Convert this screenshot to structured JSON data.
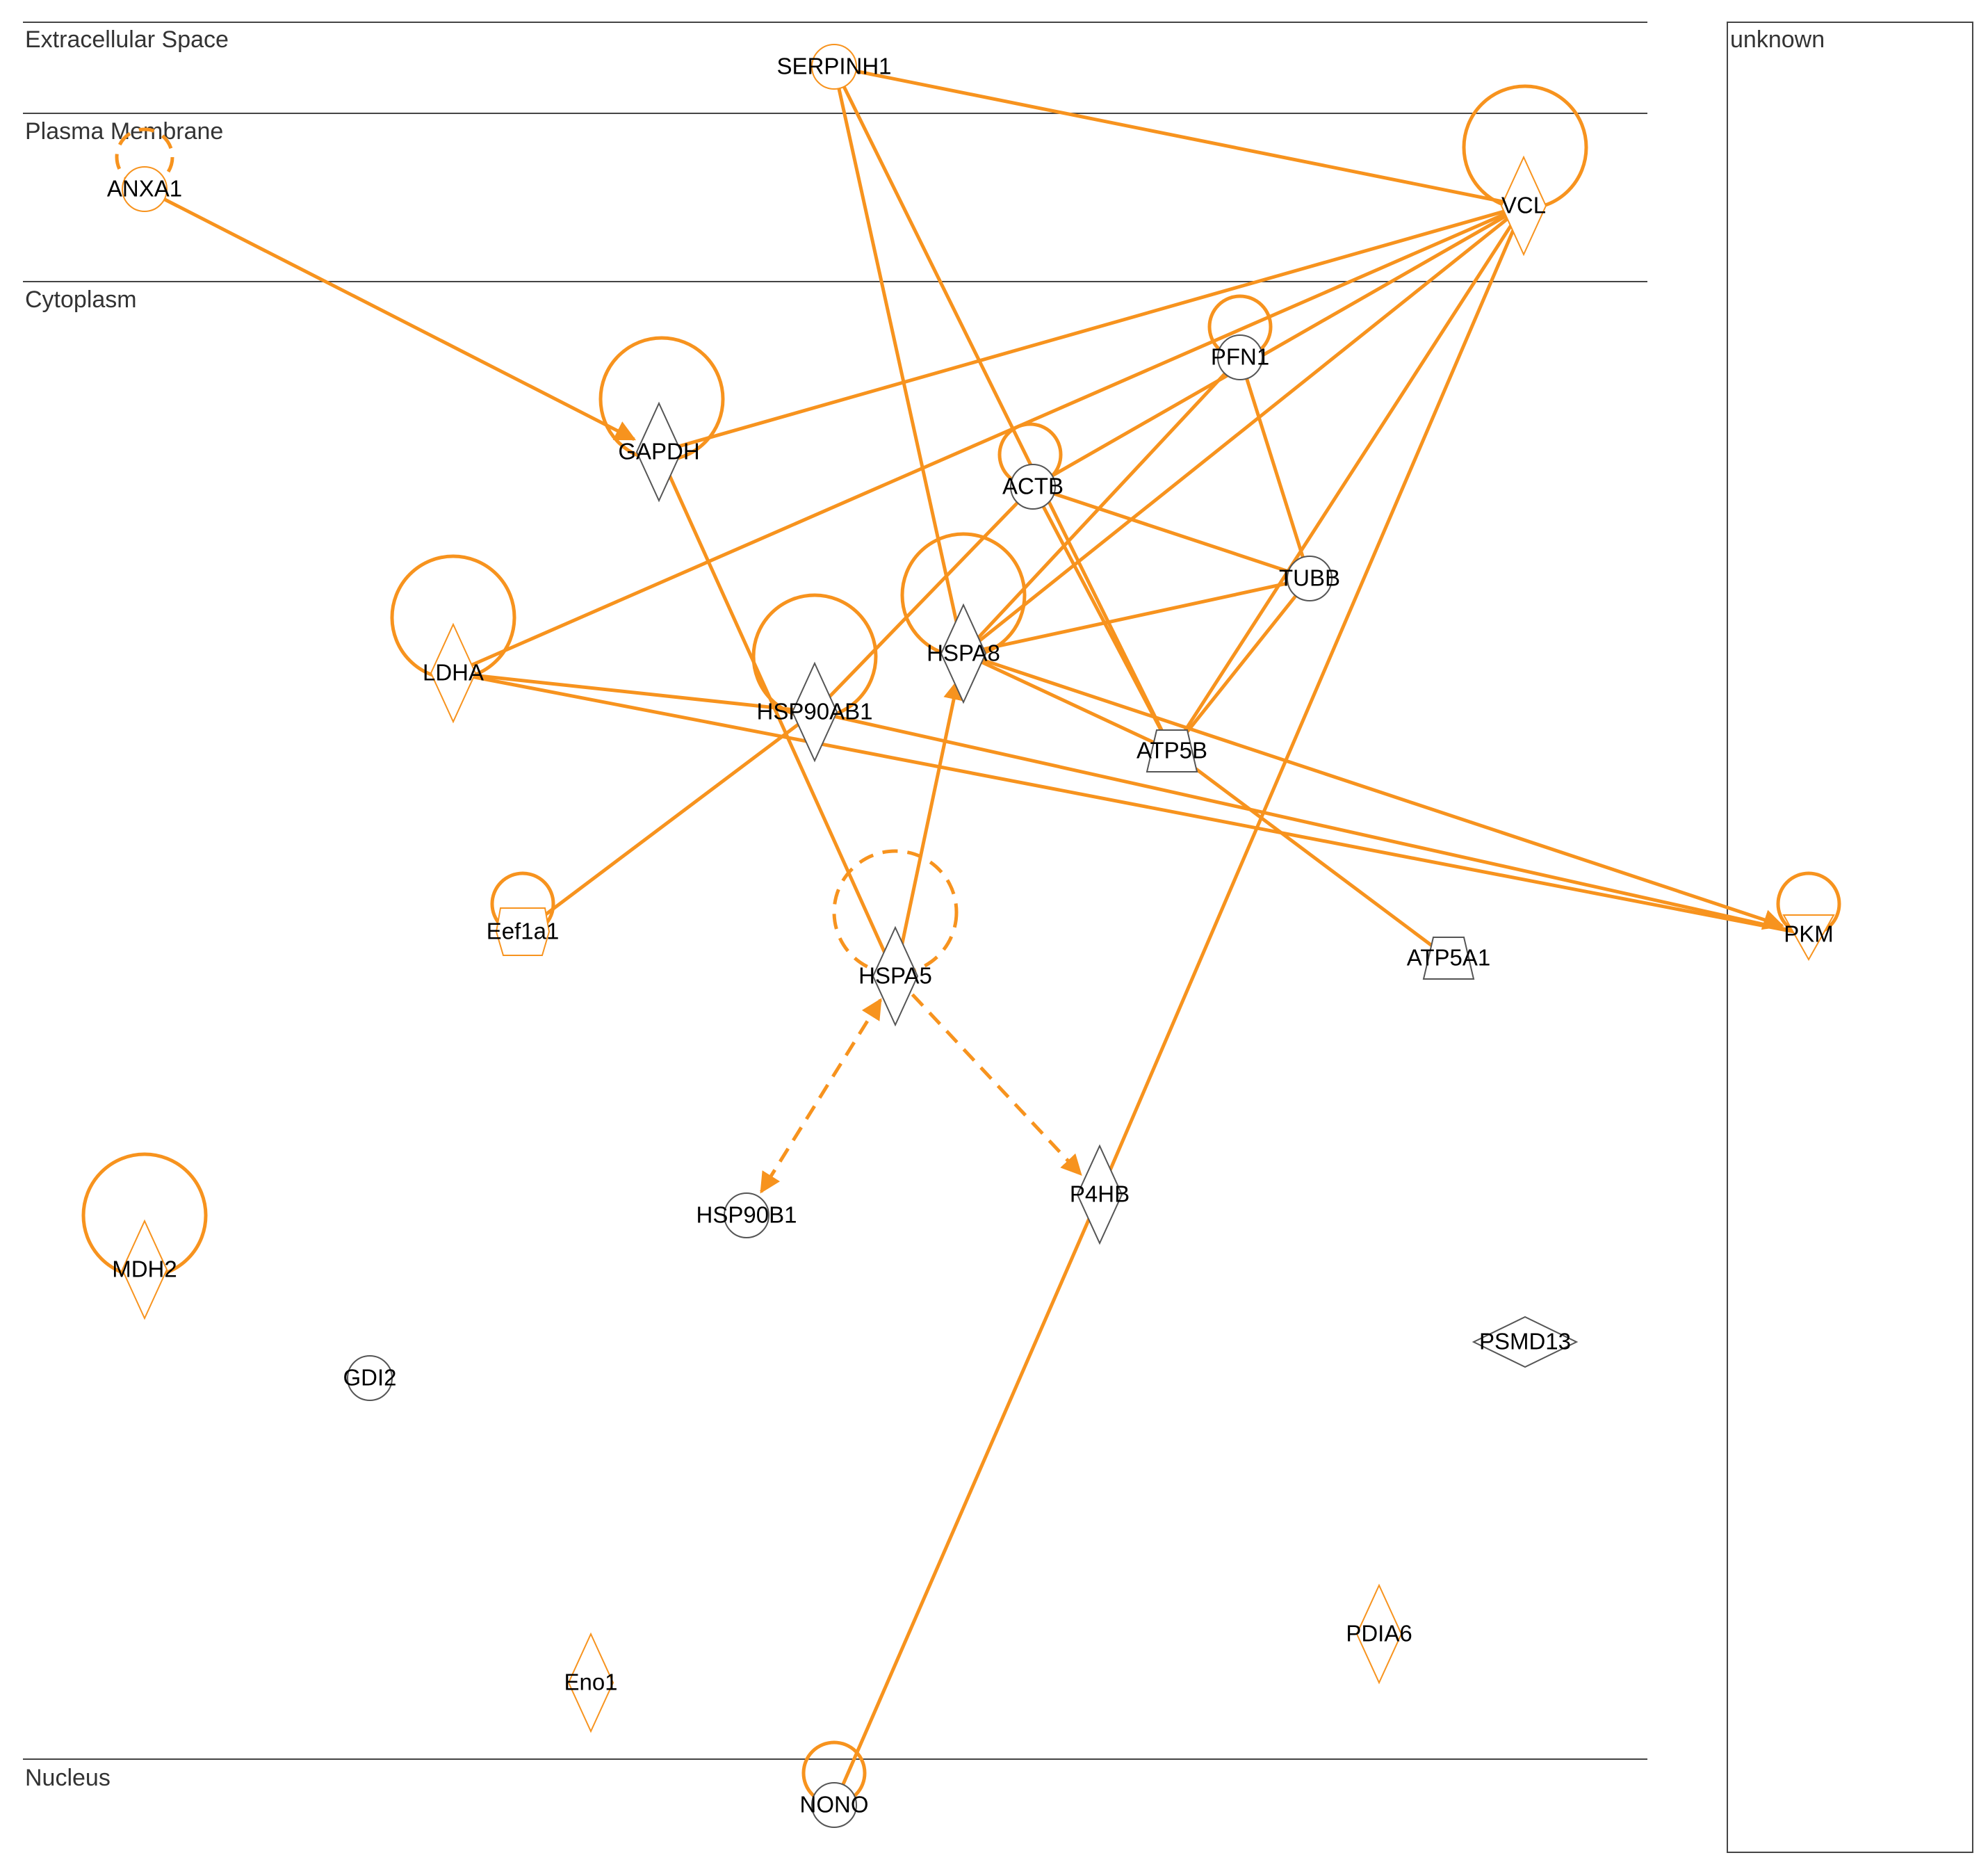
{
  "colors": {
    "accent": "#f7931e",
    "neutral_outline": "#555555",
    "divider": "#444444"
  },
  "layers": [
    {
      "id": "extracellular",
      "label": "Extracellular Space"
    },
    {
      "id": "plasma",
      "label": "Plasma Membrane"
    },
    {
      "id": "cytoplasm",
      "label": "Cytoplasm"
    },
    {
      "id": "nucleus",
      "label": "Nucleus"
    },
    {
      "id": "unknown",
      "label": "unknown"
    }
  ],
  "nodes": [
    {
      "id": "SERPINH1",
      "label": "SERPINH1",
      "shape": "circle",
      "highlighted": true,
      "loop": false
    },
    {
      "id": "ANXA1",
      "label": "ANXA1",
      "shape": "circle",
      "highlighted": true,
      "loop": "dashed"
    },
    {
      "id": "VCL",
      "label": "VCL",
      "shape": "diamond",
      "highlighted": true,
      "loop": "solid"
    },
    {
      "id": "PFN1",
      "label": "PFN1",
      "shape": "circle",
      "highlighted": false,
      "loop": "solid"
    },
    {
      "id": "GAPDH",
      "label": "GAPDH",
      "shape": "diamond",
      "highlighted": false,
      "loop": "solid"
    },
    {
      "id": "ACTB",
      "label": "ACTB",
      "shape": "circle",
      "highlighted": false,
      "loop": "solid"
    },
    {
      "id": "TUBB",
      "label": "TUBB",
      "shape": "circle",
      "highlighted": false,
      "loop": false
    },
    {
      "id": "LDHA",
      "label": "LDHA",
      "shape": "diamond",
      "highlighted": true,
      "loop": "solid"
    },
    {
      "id": "HSPA8",
      "label": "HSPA8",
      "shape": "diamond",
      "highlighted": false,
      "loop": "solid"
    },
    {
      "id": "HSP90AB1",
      "label": "HSP90AB1",
      "shape": "diamond",
      "highlighted": false,
      "loop": "solid"
    },
    {
      "id": "ATP5B",
      "label": "ATP5B",
      "shape": "trapezoid",
      "highlighted": false,
      "loop": false
    },
    {
      "id": "Eef1a1",
      "label": "Eef1a1",
      "shape": "hexagon",
      "highlighted": true,
      "loop": "solid"
    },
    {
      "id": "HSPA5",
      "label": "HSPA5",
      "shape": "diamond",
      "highlighted": false,
      "loop": "dashed"
    },
    {
      "id": "ATP5A1",
      "label": "ATP5A1",
      "shape": "trapezoid",
      "highlighted": false,
      "loop": false
    },
    {
      "id": "PKM",
      "label": "PKM",
      "shape": "triangle-down",
      "highlighted": true,
      "loop": "solid"
    },
    {
      "id": "HSP90B1",
      "label": "HSP90B1",
      "shape": "circle",
      "highlighted": false,
      "loop": false
    },
    {
      "id": "P4HB",
      "label": "P4HB",
      "shape": "diamond",
      "highlighted": false,
      "loop": false
    },
    {
      "id": "MDH2",
      "label": "MDH2",
      "shape": "diamond",
      "highlighted": true,
      "loop": "solid"
    },
    {
      "id": "GDI2",
      "label": "GDI2",
      "shape": "circle",
      "highlighted": false,
      "loop": false
    },
    {
      "id": "PSMD13",
      "label": "PSMD13",
      "shape": "flat-diamond",
      "highlighted": false,
      "loop": false
    },
    {
      "id": "PDIA6",
      "label": "PDIA6",
      "shape": "diamond",
      "highlighted": true,
      "loop": false
    },
    {
      "id": "Eno1",
      "label": "Eno1",
      "shape": "diamond",
      "highlighted": true,
      "loop": false
    },
    {
      "id": "NONO",
      "label": "NONO",
      "shape": "circle",
      "highlighted": false,
      "loop": "solid"
    }
  ],
  "edges": [
    {
      "from": "SERPINH1",
      "to": "VCL",
      "style": "solid",
      "arrow": false
    },
    {
      "from": "SERPINH1",
      "to": "HSPA8",
      "style": "solid",
      "arrow": false
    },
    {
      "from": "SERPINH1",
      "to": "ATP5B",
      "style": "solid",
      "arrow": false
    },
    {
      "from": "ANXA1",
      "to": "GAPDH",
      "style": "solid",
      "arrow": true
    },
    {
      "from": "VCL",
      "to": "GAPDH",
      "style": "solid",
      "arrow": false
    },
    {
      "from": "VCL",
      "to": "LDHA",
      "style": "solid",
      "arrow": false
    },
    {
      "from": "VCL",
      "to": "ACTB",
      "style": "solid",
      "arrow": false
    },
    {
      "from": "VCL",
      "to": "HSPA8",
      "style": "solid",
      "arrow": false
    },
    {
      "from": "VCL",
      "to": "ATP5B",
      "style": "solid",
      "arrow": false
    },
    {
      "from": "VCL",
      "to": "P4HB",
      "style": "solid",
      "arrow": false
    },
    {
      "from": "PFN1",
      "to": "TUBB",
      "style": "solid",
      "arrow": false
    },
    {
      "from": "PFN1",
      "to": "HSPA8",
      "style": "solid",
      "arrow": false
    },
    {
      "from": "GAPDH",
      "to": "HSPA5",
      "style": "solid",
      "arrow": false
    },
    {
      "from": "ACTB",
      "to": "TUBB",
      "style": "solid",
      "arrow": false
    },
    {
      "from": "ACTB",
      "to": "HSP90AB1",
      "style": "solid",
      "arrow": false
    },
    {
      "from": "ACTB",
      "to": "ATP5B",
      "style": "solid",
      "arrow": false
    },
    {
      "from": "TUBB",
      "to": "HSPA8",
      "style": "solid",
      "arrow": false
    },
    {
      "from": "TUBB",
      "to": "ATP5B",
      "style": "solid",
      "arrow": false
    },
    {
      "from": "LDHA",
      "to": "PKM",
      "style": "solid",
      "arrow": false
    },
    {
      "from": "LDHA",
      "to": "HSP90AB1",
      "style": "solid",
      "arrow": false
    },
    {
      "from": "HSPA8",
      "to": "PKM",
      "style": "solid",
      "arrow": true
    },
    {
      "from": "HSPA8",
      "to": "ATP5B",
      "style": "solid",
      "arrow": false
    },
    {
      "from": "HSP90AB1",
      "to": "PKM",
      "style": "solid",
      "arrow": false
    },
    {
      "from": "HSP90AB1",
      "to": "Eef1a1",
      "style": "solid",
      "arrow": false
    },
    {
      "from": "ATP5B",
      "to": "ATP5A1",
      "style": "solid",
      "arrow": false
    },
    {
      "from": "HSPA5",
      "to": "HSPA8",
      "style": "solid",
      "arrow": true
    },
    {
      "from": "HSPA5",
      "to": "HSP90B1",
      "style": "dashed",
      "arrow": "both"
    },
    {
      "from": "HSPA5",
      "to": "P4HB",
      "style": "dashed",
      "arrow": true
    },
    {
      "from": "NONO",
      "to": "P4HB",
      "style": "solid",
      "arrow": false
    }
  ]
}
